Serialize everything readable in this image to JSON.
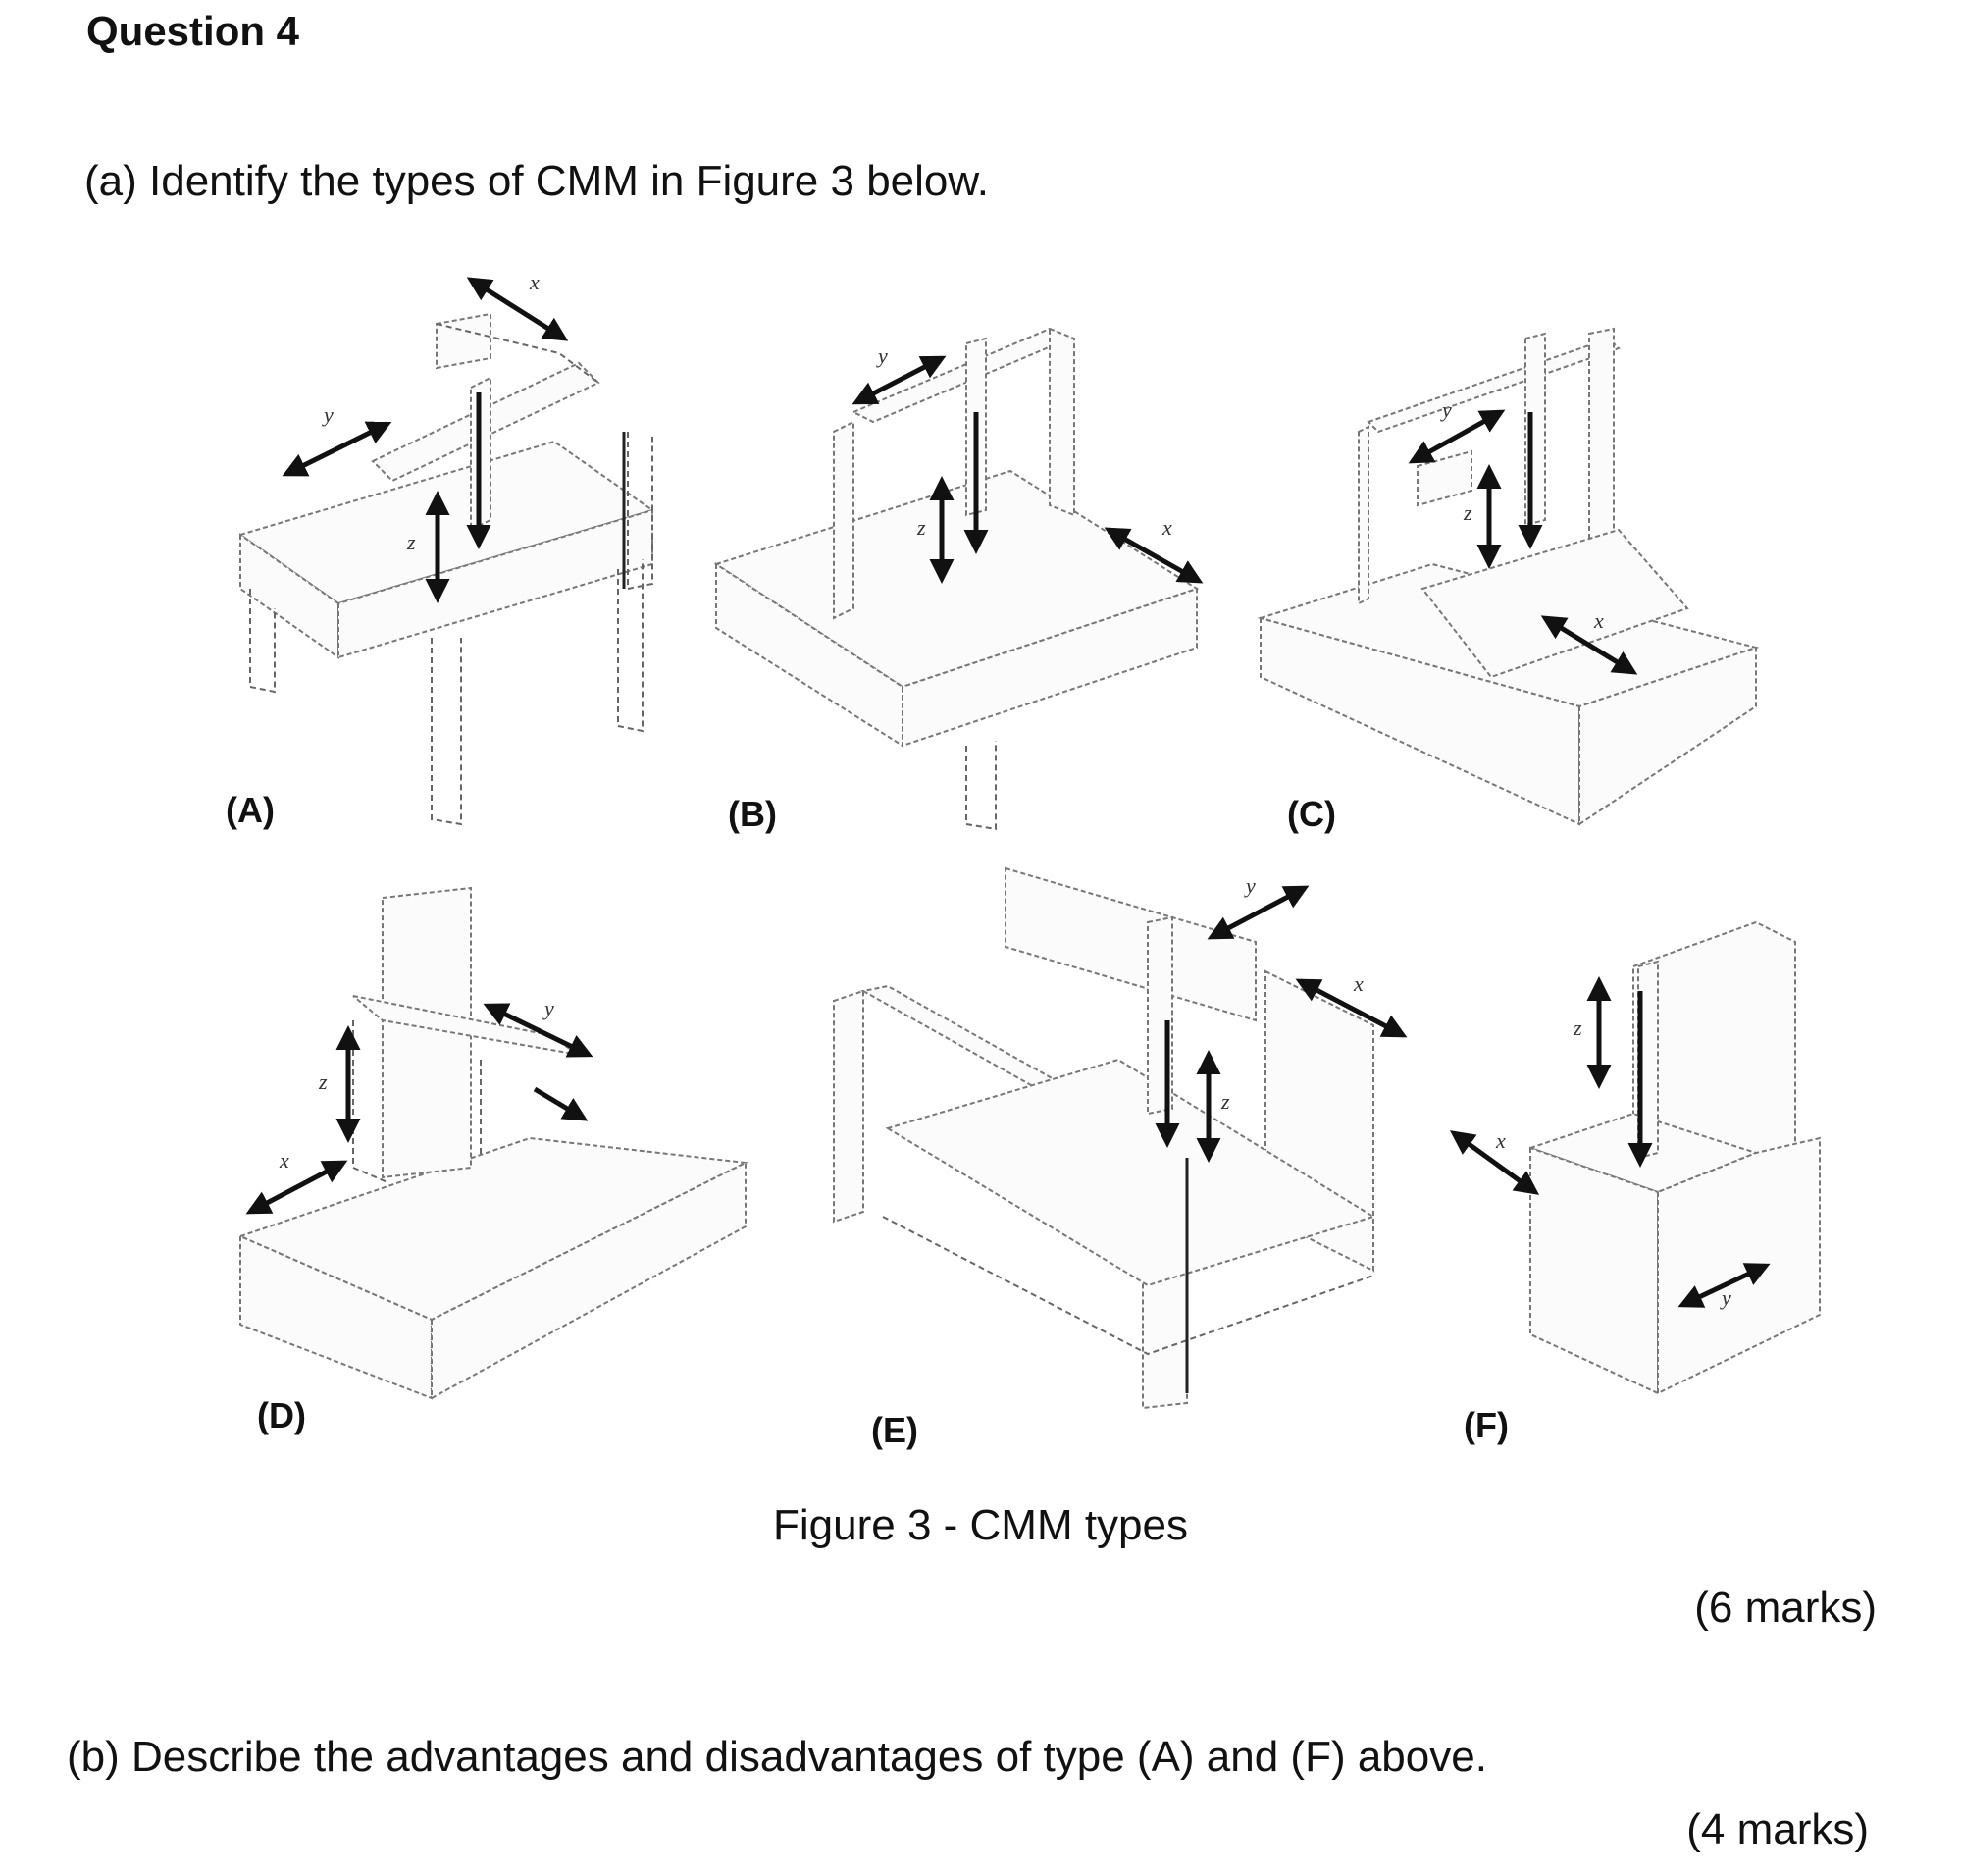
{
  "question": {
    "heading": "Question 4",
    "part_a": {
      "text": "(a) Identify the types of CMM in Figure 3 below.",
      "marks": "(6 marks)"
    },
    "part_b": {
      "text": "(b) Describe the advantages and disadvantages of type (A) and (F) above.",
      "marks": "(4 marks)"
    }
  },
  "figure": {
    "caption": "Figure 3 - CMM types",
    "labels": {
      "a": "(A)",
      "b": "(B)",
      "c": "(C)",
      "d": "(D)",
      "e": "(E)",
      "f": "(F)"
    },
    "axis": {
      "x": "x",
      "y": "y",
      "z": "z"
    }
  }
}
